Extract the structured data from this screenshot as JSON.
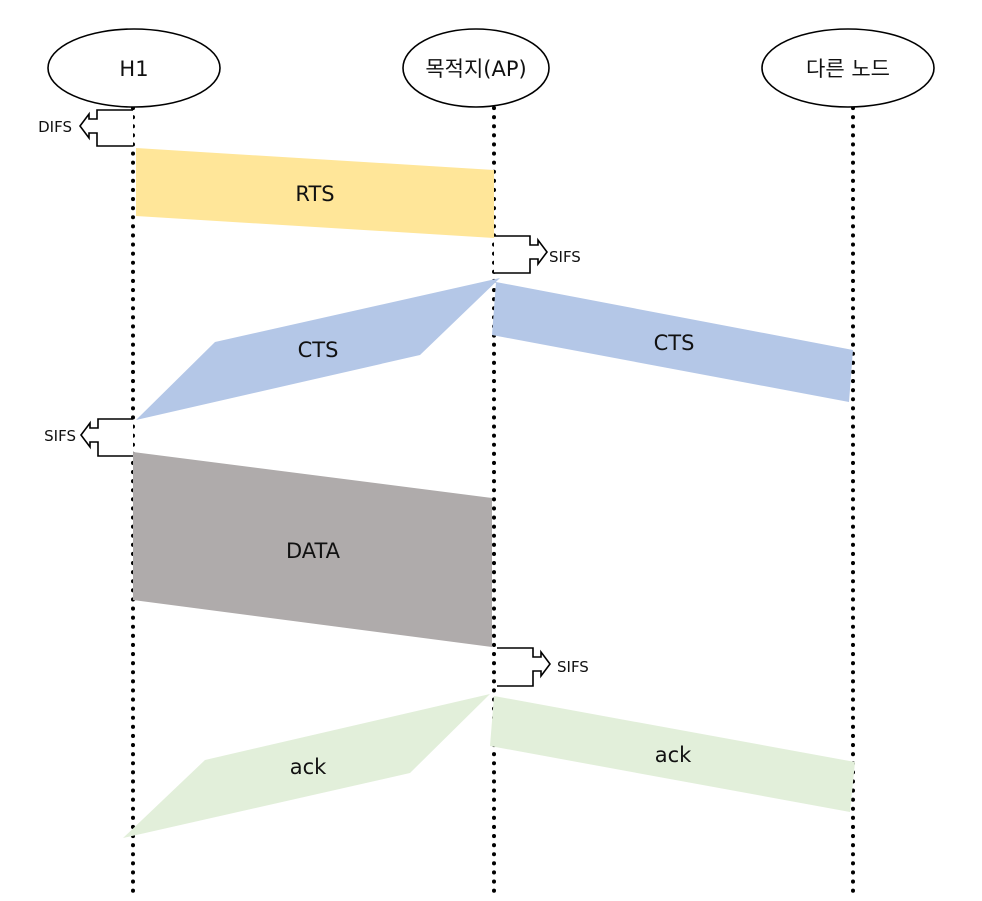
{
  "nodes": {
    "h1": "H1",
    "ap": "목적지(AP)",
    "other": "다른 노드"
  },
  "frames": {
    "rts": "RTS",
    "cts_to_h1": "CTS",
    "cts_to_other": "CTS",
    "data": "DATA",
    "ack_to_h1": "ack",
    "ack_to_other": "ack"
  },
  "intervals": {
    "difs_h1": "DIFS",
    "sifs_ap_after_rts": "SIFS",
    "sifs_h1_after_cts": "SIFS",
    "sifs_ap_after_data": "SIFS"
  },
  "colors": {
    "rts": "#ffe699",
    "cts": "#b4c7e7",
    "data": "#afabab",
    "ack": "#e2efda",
    "line": "#000000"
  }
}
